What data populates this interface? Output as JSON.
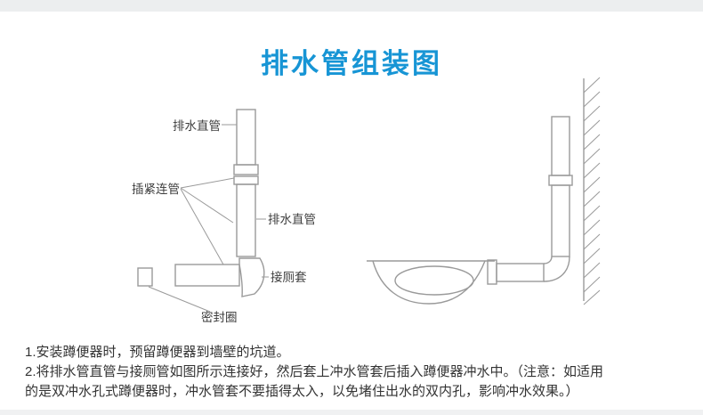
{
  "page": {
    "title": "排水管组装图"
  },
  "diagram": {
    "labels": {
      "drain_pipe_top": "排水直管",
      "tight_connector": "插紧连管",
      "drain_pipe_mid": "排水直管",
      "toilet_sleeve": "接厕套",
      "seal_ring": "密封圈"
    }
  },
  "notes": {
    "line1": "1.安装蹲便器时，预留蹲便器到墙壁的坑道。",
    "line2": "2.将排水管直管与接厕管如图所示连接好，然后套上冲水管套后插入蹲便器冲水中。（注意：如适用的是双冲水孔式蹲便器时，冲水管套不要插得太入，以免堵住出水的双内孔，影响冲水效果。）"
  },
  "colors": {
    "title": "#1795d5",
    "diagram_line": "#9a9a9a",
    "label_text": "#3c3c3c",
    "note_text": "#333333"
  }
}
